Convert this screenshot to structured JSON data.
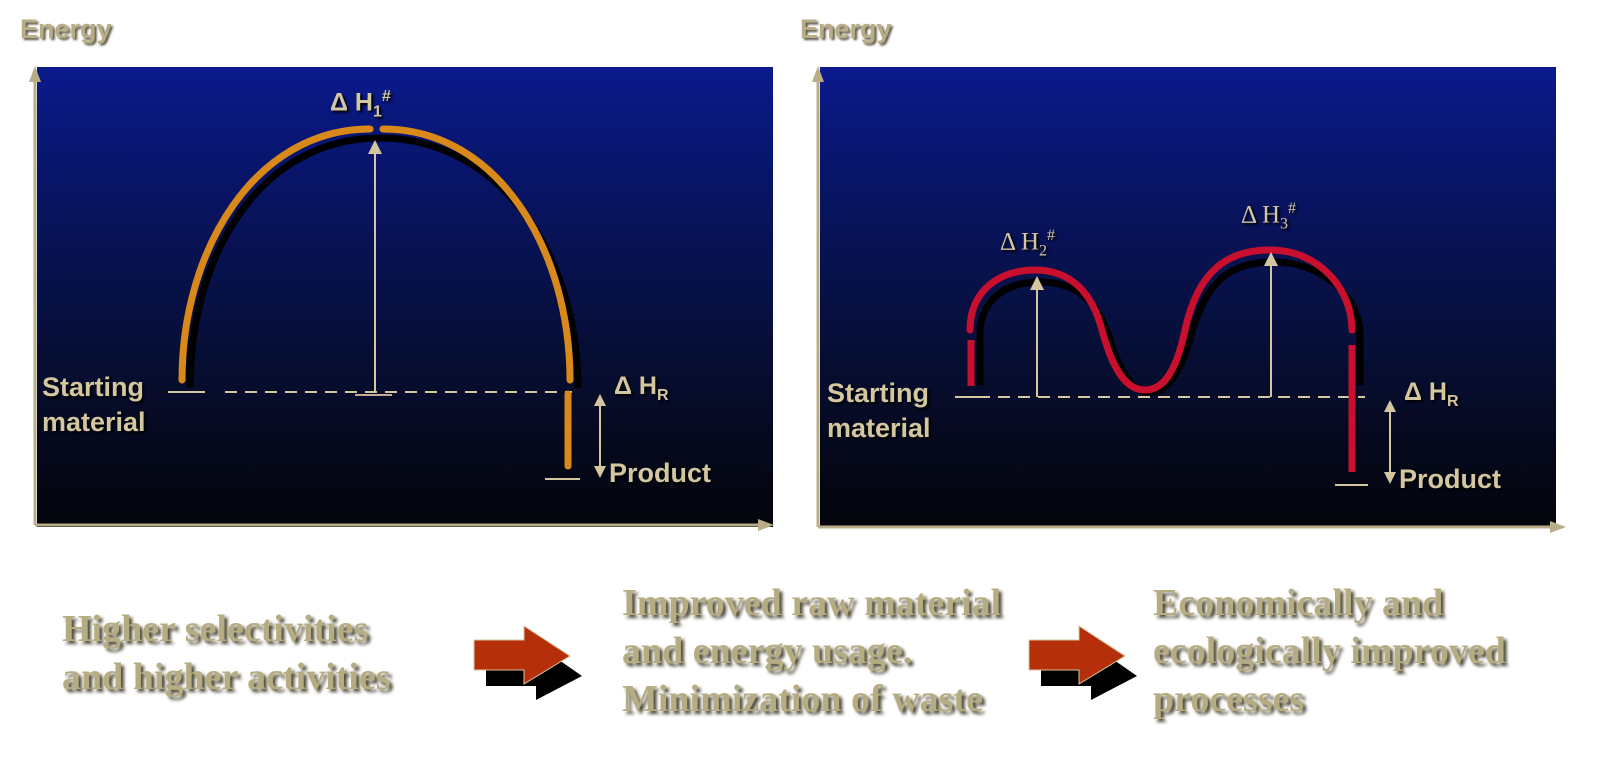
{
  "left_panel": {
    "axis_title": "Energy",
    "starting_material": [
      "Starting",
      "material"
    ],
    "product": "Product",
    "activation": {
      "delta": "Δ",
      "base": "H",
      "sub": "1",
      "sup": "#"
    },
    "reaction": {
      "delta": "Δ",
      "base": "H",
      "sub": "R"
    },
    "curve_color": "#d9891a"
  },
  "right_panel": {
    "axis_title": "Energy",
    "starting_material": [
      "Starting",
      "material"
    ],
    "product": "Product",
    "activation_2": {
      "delta": "Δ",
      "base": "H",
      "sub": "2",
      "sup": "#"
    },
    "activation_3": {
      "delta": "Δ",
      "base": "H",
      "sub": "3",
      "sup": "#"
    },
    "reaction": {
      "delta": "Δ",
      "base": "H",
      "sub": "R"
    },
    "curve_color": "#c8102e"
  },
  "flow": {
    "step1": [
      "Higher selectivities",
      "and higher activities"
    ],
    "step2": [
      "Improved raw material",
      "and energy usage.",
      "Minimization of waste"
    ],
    "step3": [
      "Economically and",
      "ecologically improved",
      "processes"
    ],
    "arrow_color": "#b5300a"
  },
  "colors": {
    "axis": "#b8ad86",
    "label": "#d4c7a0",
    "caption": "#b5ac82"
  }
}
